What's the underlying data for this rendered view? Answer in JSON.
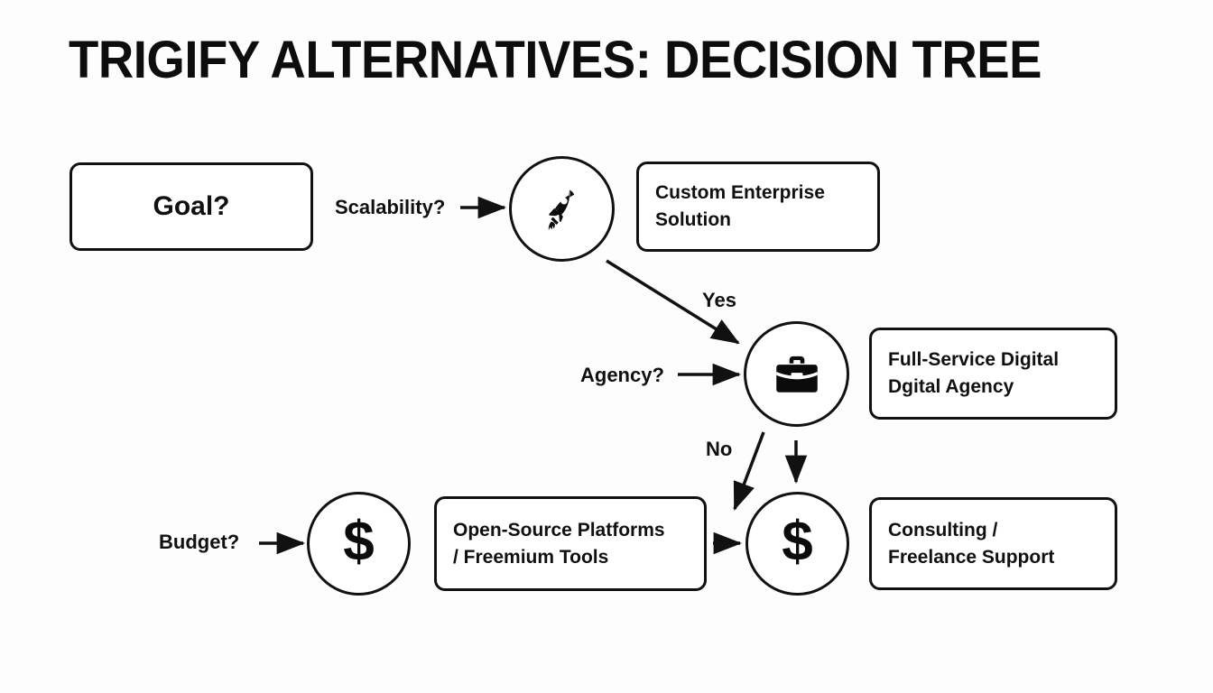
{
  "page": {
    "title": "TRIGIFY ALTERNATIVES: DECISION TREE",
    "background_color": "#fdfdfe",
    "ink_color": "#111111"
  },
  "nodes": {
    "goal": {
      "label": "Goal?"
    },
    "enterprise": {
      "label": "Custom Enterprise\nSolution"
    },
    "agency_outcome": {
      "label": "Full-Service Digital\nDgital Agency"
    },
    "open_source": {
      "label": "Open-Source Platforms\n/ Freemium Tools"
    },
    "consulting": {
      "label": "Consulting /\nFreelance Support"
    }
  },
  "icons": {
    "rocket": {
      "name": "rocket-icon"
    },
    "briefcase": {
      "name": "briefcase-icon"
    },
    "dollar_budget": {
      "name": "dollar-sign-icon",
      "glyph": "$"
    },
    "dollar_consulting": {
      "name": "dollar-sign-icon",
      "glyph": "$"
    }
  },
  "edges": {
    "scalability": {
      "label": "Scalability?"
    },
    "yes": {
      "label": "Yes"
    },
    "agency": {
      "label": "Agency?"
    },
    "no": {
      "label": "No"
    },
    "budget": {
      "label": "Budget?"
    }
  }
}
